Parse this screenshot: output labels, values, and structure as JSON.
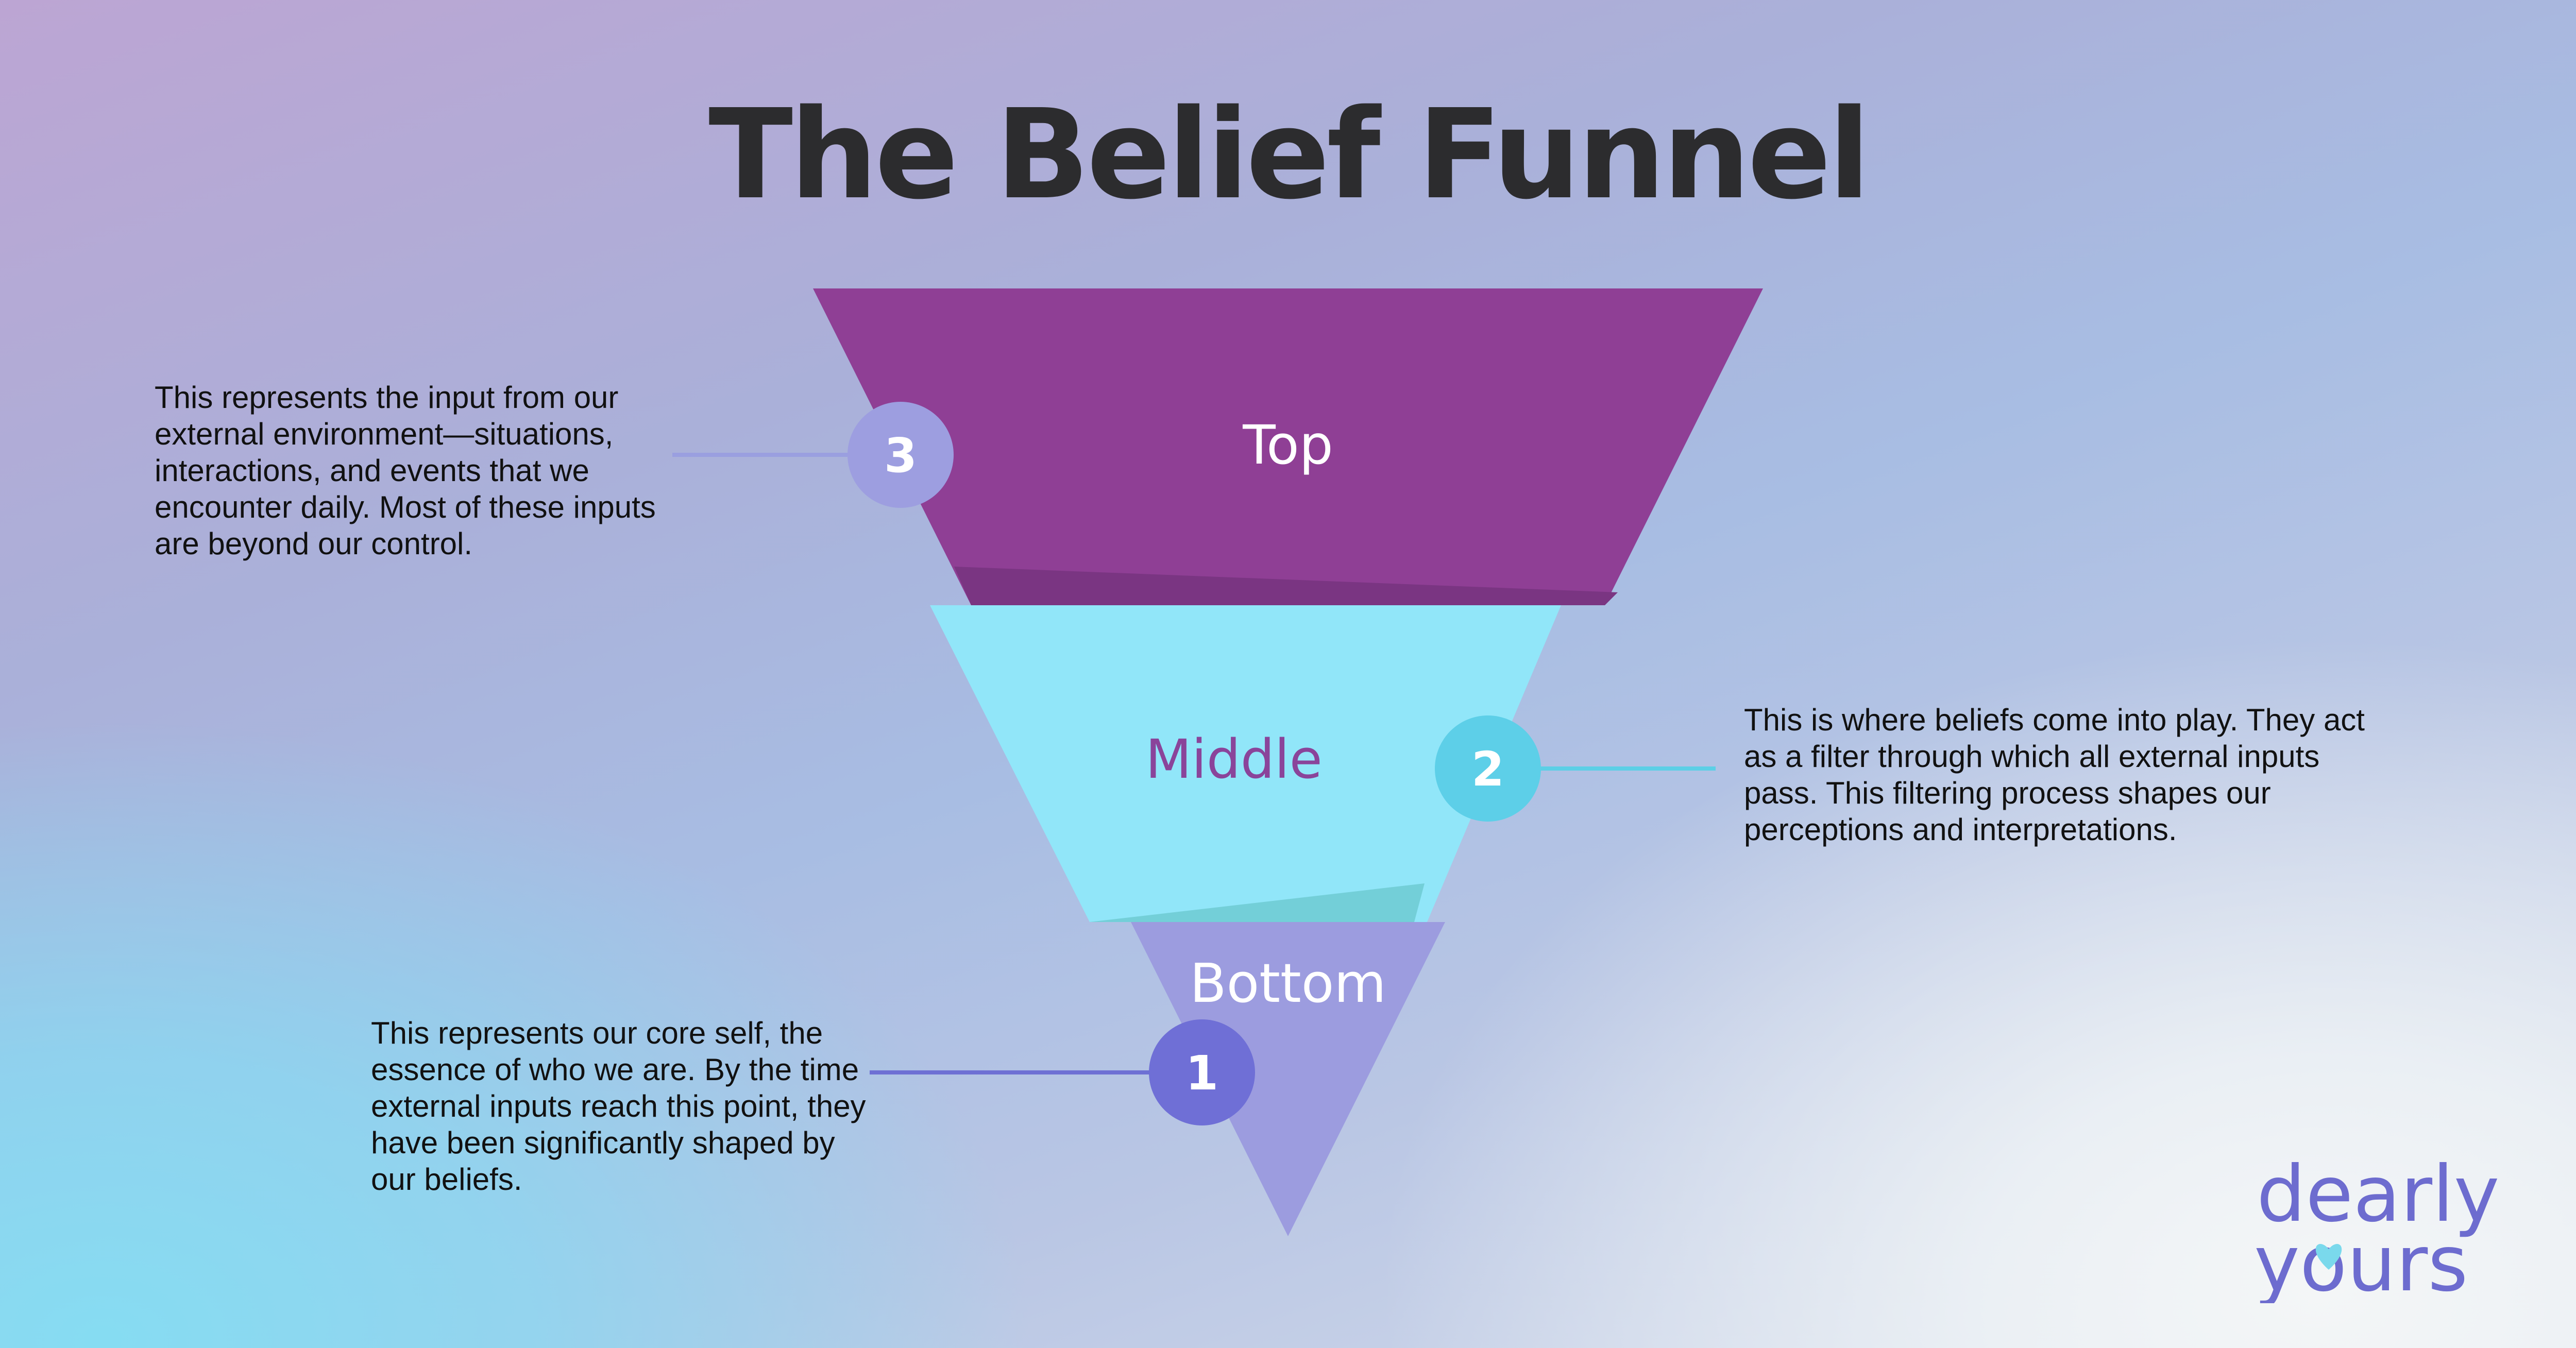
{
  "title": "The Belief Funnel",
  "funnel": {
    "segments": [
      {
        "label": "Top",
        "color": "#8f3f95",
        "badge": "3",
        "badge_color": "#9d9ee0",
        "description": "This represents the input from our external environment—situations, interactions, and events that we encounter daily. Most of these inputs are beyond our control."
      },
      {
        "label": "Middle",
        "color": "#91e6f9",
        "badge": "2",
        "badge_color": "#5dcfe8",
        "description": "This is where beliefs come into play. They act as a filter through which all external inputs pass. This filtering process shapes our perceptions and interpretations."
      },
      {
        "label": "Bottom",
        "color": "#9c9cdf",
        "badge": "1",
        "badge_color": "#6f6fd6",
        "description": "This represents our core self, the essence of who we are. By the time external inputs reach this point, they have been significantly shaped by our beliefs."
      }
    ]
  },
  "logo": {
    "line1": "dearly",
    "line2": "yours",
    "color": "#6d6ccf",
    "accent": "#7ad9ec"
  }
}
